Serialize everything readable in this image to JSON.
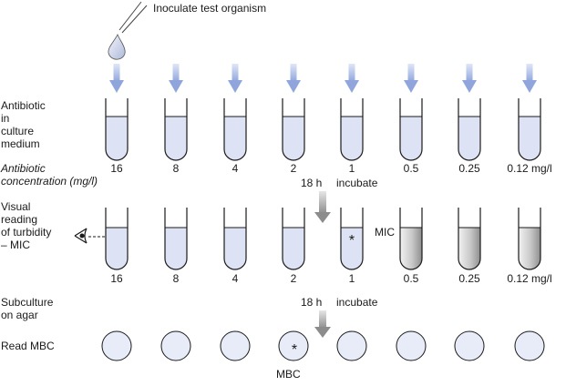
{
  "inoculate_label": "Inoculate test organism",
  "row_labels": {
    "antibiotic_medium": [
      "Antibiotic",
      "in",
      "culture",
      "medium"
    ],
    "concentration": [
      "Antibiotic",
      "concentration (mg/l)"
    ],
    "visual_reading": [
      "Visual",
      "reading",
      "of turbidity",
      "– MIC"
    ],
    "subculture": [
      "Subculture",
      "on agar"
    ],
    "read_mbc": "Read MBC"
  },
  "concentrations": [
    "16",
    "8",
    "4",
    "2",
    "1",
    "0.5",
    "0.25",
    "0.12 mg/l"
  ],
  "step1": {
    "time": "18 h",
    "action": "incubate"
  },
  "step2": {
    "time": "18 h",
    "action": "incubate"
  },
  "mic_label": "MIC",
  "mbc_label": "MBC",
  "marker": "*",
  "colors": {
    "medium_clear": "#dde3f4",
    "medium_turbid": "#b5b5b5",
    "arrow_blue": "#8fa5dc",
    "arrow_gray": "#8c8c8c",
    "plate_fill": "#e8ecf8"
  }
}
